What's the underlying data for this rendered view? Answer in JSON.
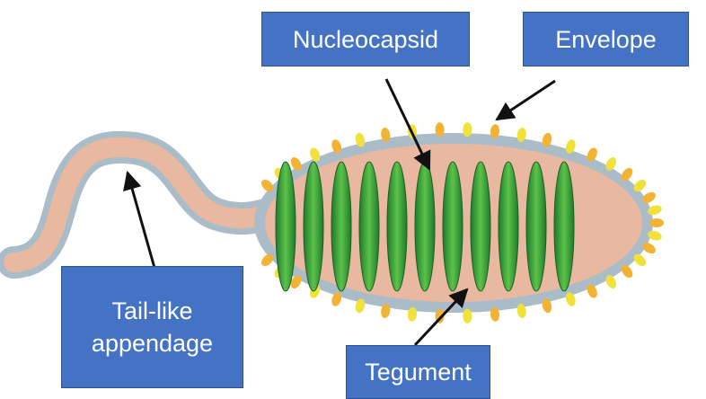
{
  "labels": {
    "nucleocapsid": "Nucleocapsid",
    "envelope": "Envelope",
    "tail_line1": "Tail-like",
    "tail_line2": "appendage",
    "tegument": "Tegument"
  },
  "colors": {
    "label_fill": "#4472c4",
    "label_border": "#2f528f",
    "label_text": "#ffffff",
    "tegument": "#e8b9a0",
    "envelope": "#a9bcc7",
    "nucleocapsid": "#2e9a3a",
    "spike_orange": "#f2b233",
    "spike_yellow": "#f0e23a",
    "arrow": "#111111"
  }
}
